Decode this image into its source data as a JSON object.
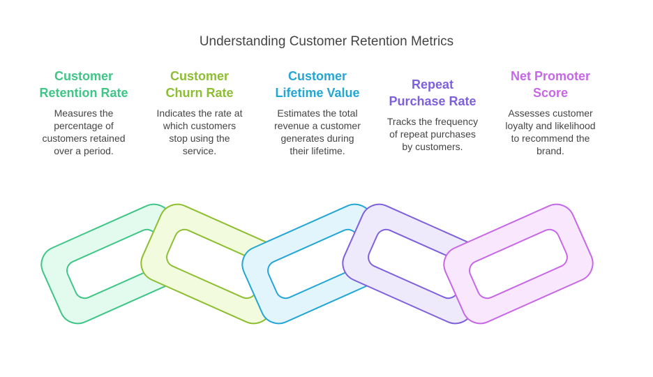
{
  "title": "Understanding Customer Retention Metrics",
  "metrics": [
    {
      "heading": [
        "Customer",
        "Retention Rate"
      ],
      "desc": [
        "Measures the",
        "percentage of",
        "customers retained",
        "over a period."
      ],
      "color": "#3FC586",
      "fill": "#E3FAEE"
    },
    {
      "heading": [
        "Customer",
        "Churn Rate"
      ],
      "desc": [
        "Indicates the rate at",
        "which customers",
        "stop using the",
        "service."
      ],
      "color": "#8DBE32",
      "fill": "#F2FBDE"
    },
    {
      "heading": [
        "Customer",
        "Lifetime Value"
      ],
      "desc": [
        "Estimates the total",
        "revenue a customer",
        "generates during",
        "their lifetime."
      ],
      "color": "#24A6D4",
      "fill": "#E2F5FC"
    },
    {
      "heading": [
        "Repeat",
        "Purchase Rate"
      ],
      "desc": [
        "Tracks the frequency",
        "of repeat purchases",
        "by customers."
      ],
      "color": "#7E5FDC",
      "fill": "#EEEAFB"
    },
    {
      "heading": [
        "Net Promoter",
        "Score"
      ],
      "desc": [
        "Assesses customer",
        "loyalty and likelihood",
        "to recommend the",
        "brand."
      ],
      "color": "#C667E6",
      "fill": "#F9E8FD"
    }
  ]
}
